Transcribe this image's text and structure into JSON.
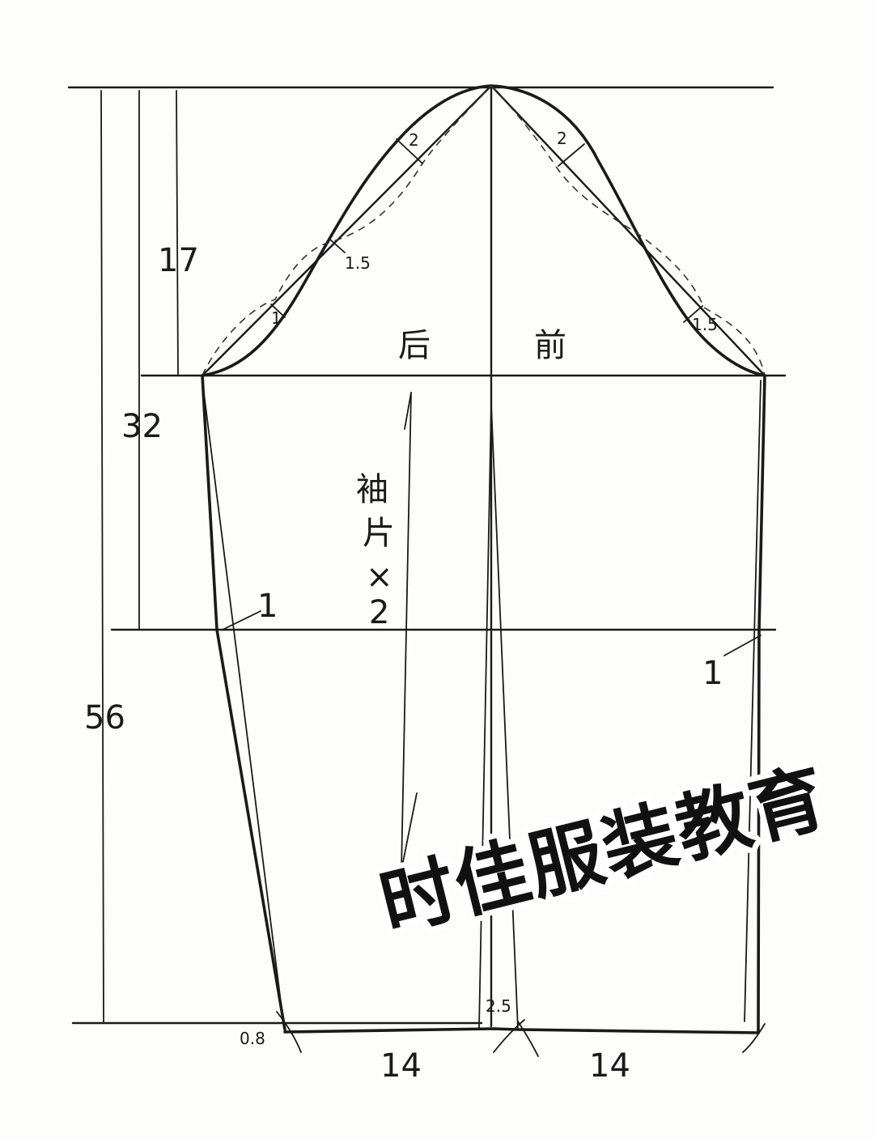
{
  "labels": {
    "cap_height": "17",
    "sleeve_32": "32",
    "sleeve_length": "56",
    "back": "后",
    "front": "前",
    "sleeve_piece": [
      "袖",
      "片",
      "×",
      "2"
    ],
    "curve_back_upper": "2",
    "curve_front_upper": "2",
    "curve_back_mid": "1.5",
    "curve_back_lower": "1",
    "curve_front_lower": "1.5",
    "elbow_back": "1",
    "elbow_front": "1",
    "hem_offset": "0.8",
    "hem_center": "2.5",
    "hem_back_width": "14",
    "hem_front_width": "14"
  },
  "watermark": "时佳服装教育"
}
